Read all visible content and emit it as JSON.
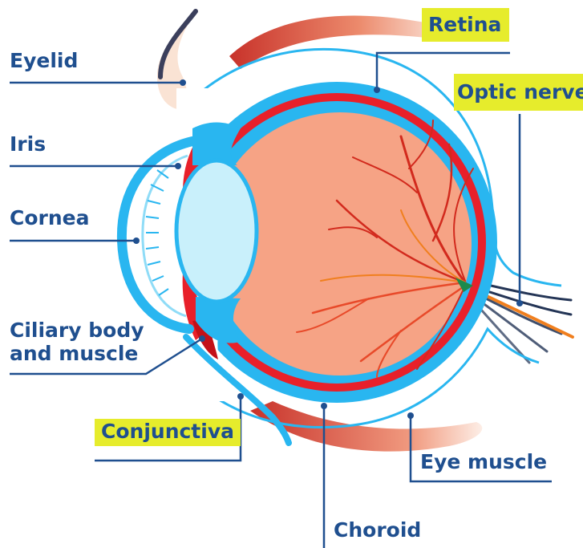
{
  "labels": {
    "eyelid": "Eyelid",
    "iris": "Iris",
    "cornea": "Cornea",
    "ciliary_line1": "Ciliary body",
    "ciliary_line2": "and muscle",
    "conjunctiva": "Conjunctiva",
    "retina": "Retina",
    "optic_nerve": "Optic nerve",
    "eye_muscle": "Eye muscle",
    "choroid": "Choroid"
  },
  "colors": {
    "label_text": "#1f4f8f",
    "highlight": "#e6ec2c",
    "retina_fill": "#f6a385",
    "lens": "#c9f0fb",
    "sclera_blue": "#29b6f0",
    "choroid_red": "#e8202a",
    "muscle_red": "#d9402f",
    "optic_orange": "#f07f1e"
  }
}
